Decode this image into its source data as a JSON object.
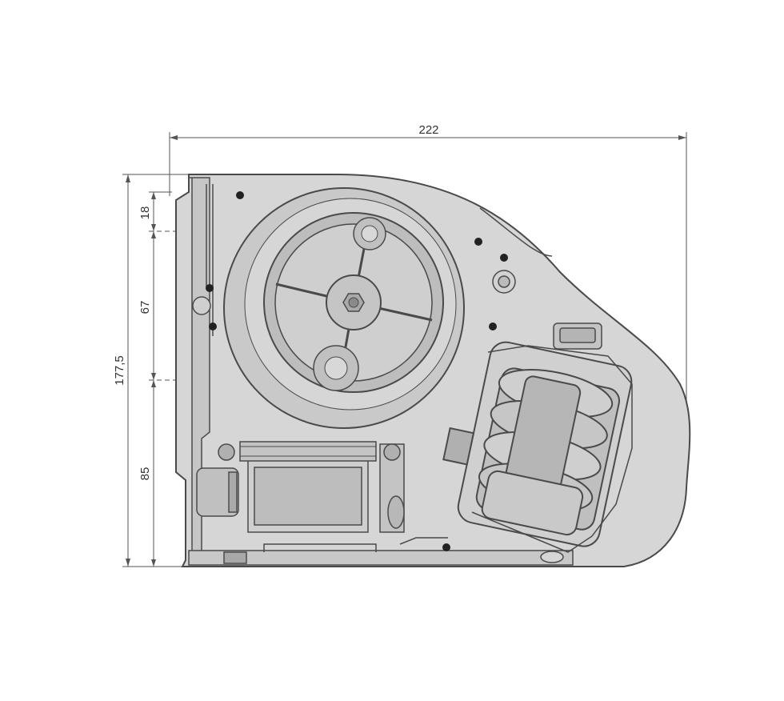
{
  "dimensions": {
    "width": "222",
    "total_height": "177,5",
    "segment_top": "18",
    "segment_middle": "67",
    "segment_bottom": "85"
  },
  "colors": {
    "housing_fill": "#d2d2d2",
    "inner_fill": "#bdbdbd",
    "line": "#4a4a4a",
    "dimension_line": "#555555",
    "background": "#ffffff"
  }
}
